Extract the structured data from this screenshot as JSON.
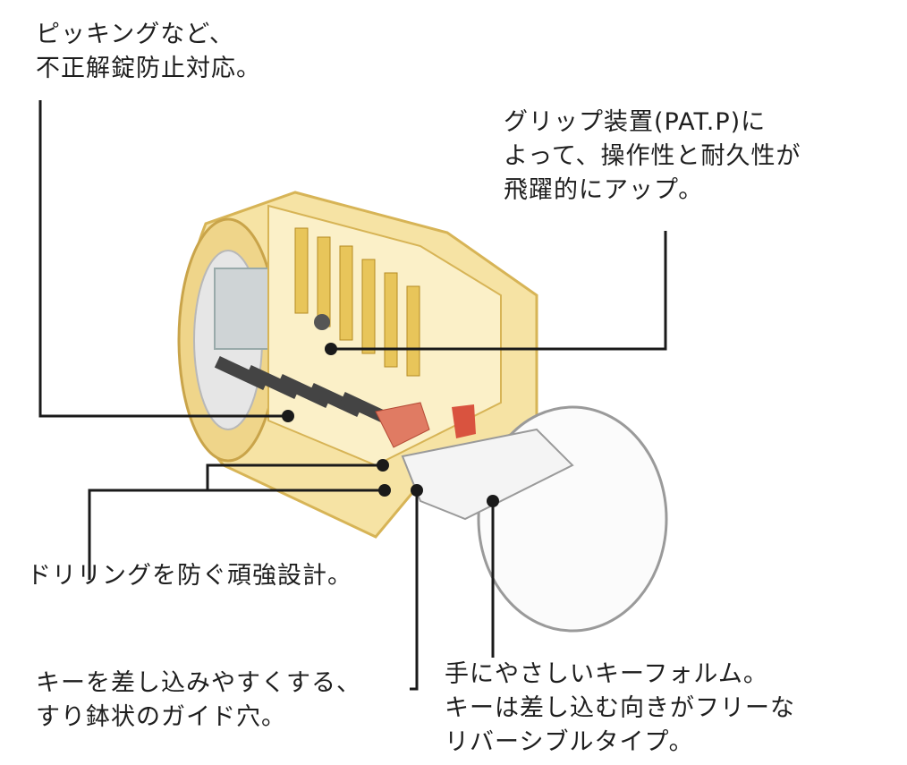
{
  "annotations": [
    {
      "id": "anti-picking",
      "lines": [
        "ピッキングなど、",
        "不正解錠防止対応。"
      ]
    },
    {
      "id": "grip-device",
      "lines": [
        "グリップ装置(PAT.P)に",
        "よって、操作性と耐久性が",
        "飛躍的にアップ。"
      ]
    },
    {
      "id": "anti-drilling",
      "lines": [
        "ドリリングを防ぐ頑強設計。"
      ]
    },
    {
      "id": "key-guide-hole",
      "lines": [
        "キーを差し込みやすくする、",
        "すり鉢状のガイド穴。"
      ]
    },
    {
      "id": "reversible-key",
      "lines": [
        "手にやさしいキーフォルム。",
        "キーは差し込む向きがフリーな",
        "リバーシブルタイプ。"
      ]
    }
  ],
  "colors": {
    "leader_line": "#1a1a1a",
    "cylinder_body": "#f3d98a",
    "cylinder_shadow": "#d9b24e",
    "pin_gold": "#e8c55a",
    "accent_red": "#d9533f",
    "key_outline": "#9a9a9a"
  }
}
